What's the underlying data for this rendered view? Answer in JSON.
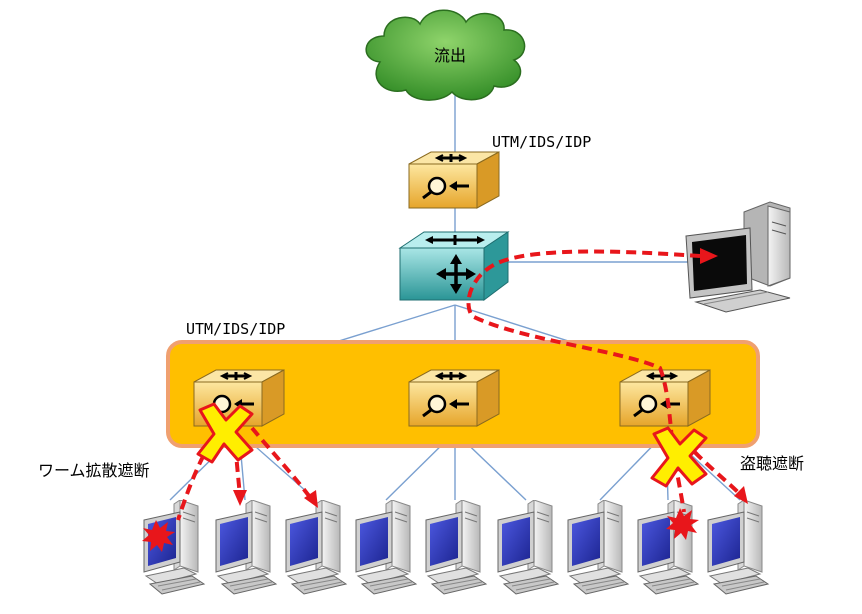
{
  "cloud": {
    "label": "流出"
  },
  "labels": {
    "utm_top": "UTM/IDS/IDP",
    "utm_group": "UTM/IDS/IDP",
    "worm": "ワーム拡散遮断",
    "eavesdrop": "盗聴遮断"
  },
  "colors": {
    "cloud_fill": "#3a9b2e",
    "ids_fill": "#f2c14a",
    "switch_fill": "#37a7a9",
    "group_fill": "#ffbf00",
    "group_border": "#f0a070",
    "attack_line": "#e8161b",
    "block_x": "#ffee00",
    "monitor_screen": "#2b36b8",
    "wire": "#7aa0d0"
  }
}
